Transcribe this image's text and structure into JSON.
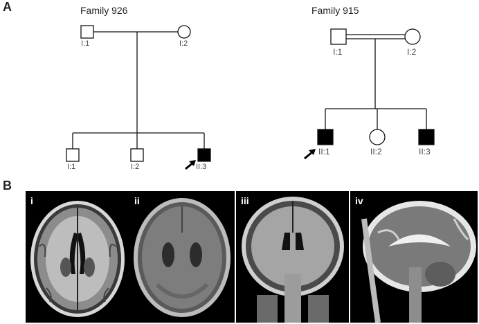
{
  "panels": {
    "a": "A",
    "b": "B"
  },
  "family926": {
    "title": "Family 926",
    "members": {
      "I1": "I:1",
      "I2": "I:2",
      "II1": "I:1",
      "II2": "I:2",
      "II3": "II:3"
    }
  },
  "family915": {
    "title": "Family 915",
    "members": {
      "I1": "I:1",
      "I2": "I:2",
      "II1": "II:1",
      "II2": "II:2",
      "II3": "II:3"
    }
  },
  "mri": [
    {
      "label": "i"
    },
    {
      "label": "ii"
    },
    {
      "label": "iii"
    },
    {
      "label": "iv"
    }
  ],
  "colors": {
    "affected": "#000000",
    "unaffected": "#ffffff",
    "line": "#111111"
  }
}
